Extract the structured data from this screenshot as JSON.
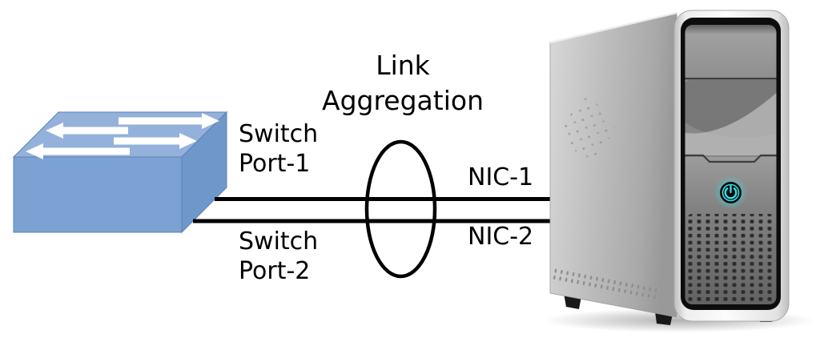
{
  "title": {
    "line1": "Link",
    "line2": "Aggregation"
  },
  "labels": {
    "switch_port_1": {
      "line1": "Switch",
      "line2": "Port-1"
    },
    "switch_port_2": {
      "line1": "Switch",
      "line2": "Port-2"
    },
    "nic_1": "NIC-1",
    "nic_2": "NIC-2"
  },
  "icons": {
    "switch": "network-switch-icon",
    "server": "server-tower-icon",
    "power": "power-icon",
    "traffic_arrows": "arrow-icons",
    "aggregation": "aggregation-ellipse"
  },
  "colors": {
    "background": "#ffffff",
    "text": "#000000",
    "line": "#000000",
    "switch_top": "#93b1da",
    "switch_front": "#7ca2d3",
    "switch_side": "#6f97ca",
    "switch_arrow": "#ffffff",
    "server_side": "#bcbcbc",
    "server_bezel": "#f2f2f2",
    "server_panel": "#868686",
    "power_accent": "#36dee6"
  }
}
